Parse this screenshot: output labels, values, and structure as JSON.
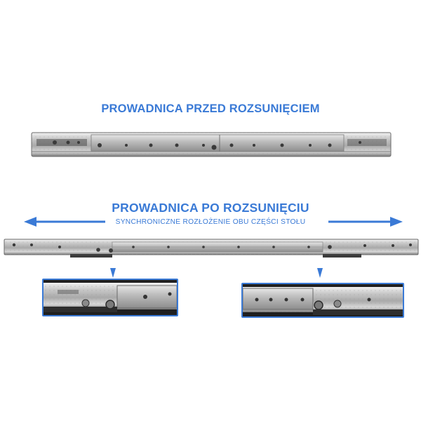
{
  "heading_before": "PROWADNICA PRZED ROZSUNIĘCIEM",
  "heading_after": "PROWADNICA PO ROZSUNIĘCIU",
  "subheading": "SYNCHRONICZNE ROZŁOŻENIE OBU CZĘŚCI STOŁU",
  "colors": {
    "accent": "#3a7ad6",
    "metal_light": "#d9d9d9",
    "metal_mid": "#a8a8a8",
    "metal_dark": "#555555"
  },
  "icons": [
    "double-arrow-icon",
    "pointer-triangle-icon"
  ]
}
